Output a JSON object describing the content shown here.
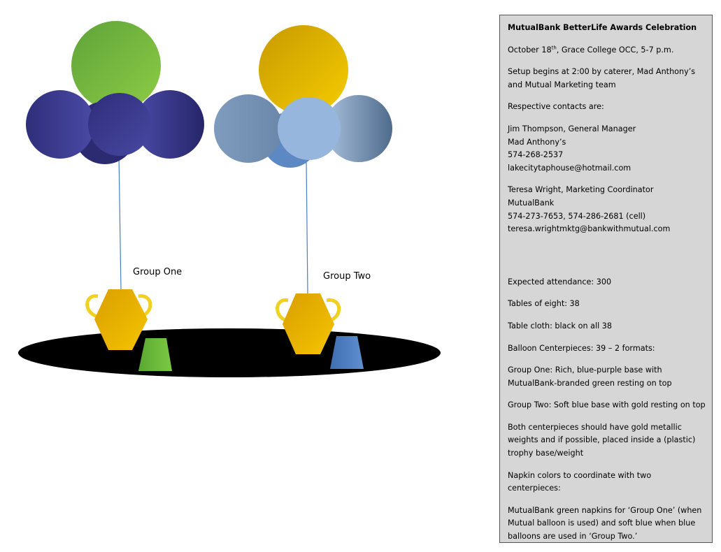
{
  "scene": {
    "group_one_label": "Group One",
    "group_two_label": "Group Two",
    "colors": {
      "group_one_top": "#7dc23f",
      "group_one_base": "#3b3a8e",
      "group_two_top": "#e8b800",
      "group_two_base": "#7f9ebd",
      "group_two_center": "#96b6de",
      "trophy_gold": "#e8b000",
      "handle_gold": "#f0d020",
      "table": "#000000",
      "napkin_green": "#6ab93a",
      "napkin_blue": "#4f7fbf",
      "string": "#4a7fc1"
    }
  },
  "notes": {
    "title": "MutualBank BetterLife Awards Celebration",
    "date_pre": "October 18",
    "date_sup": "th",
    "date_post": ", Grace College OCC, 5-7 p.m.",
    "setup": "Setup begins at 2:00 by caterer, Mad Anthony’s and Mutual Marketing team",
    "contacts_intro": "Respective contacts are:",
    "contact1": [
      "Jim Thompson, General Manager",
      "Mad Anthony’s",
      "574-268-2537",
      "lakecitytaphouse@hotmail.com"
    ],
    "contact2": [
      "Teresa Wright, Marketing Coordinator",
      "MutualBank",
      "574-273-7653, 574-286-2681 (cell)",
      "teresa.wrightmktg@bankwithmutual.com"
    ],
    "attendance": "Expected attendance: 300",
    "tables": "Tables of eight: 38",
    "tablecloth": "Table cloth: black on all 38",
    "centerpieces": "Balloon Centerpieces: 39 – 2 formats:",
    "group_one": "Group One: Rich, blue-purple base with MutualBank-branded green resting on top",
    "group_two": "Group Two: Soft blue base with gold resting on top",
    "weights": "Both centerpieces should have gold metallic weights and if possible, placed inside a (plastic) trophy base/weight",
    "napkin_intro": "Napkin colors to coordinate with two centerpieces:",
    "napkin_detail": "MutualBank green napkins for ‘Group One’ (when Mutual balloon is used) and soft blue when blue balloons are used in ‘Group Two.’"
  }
}
